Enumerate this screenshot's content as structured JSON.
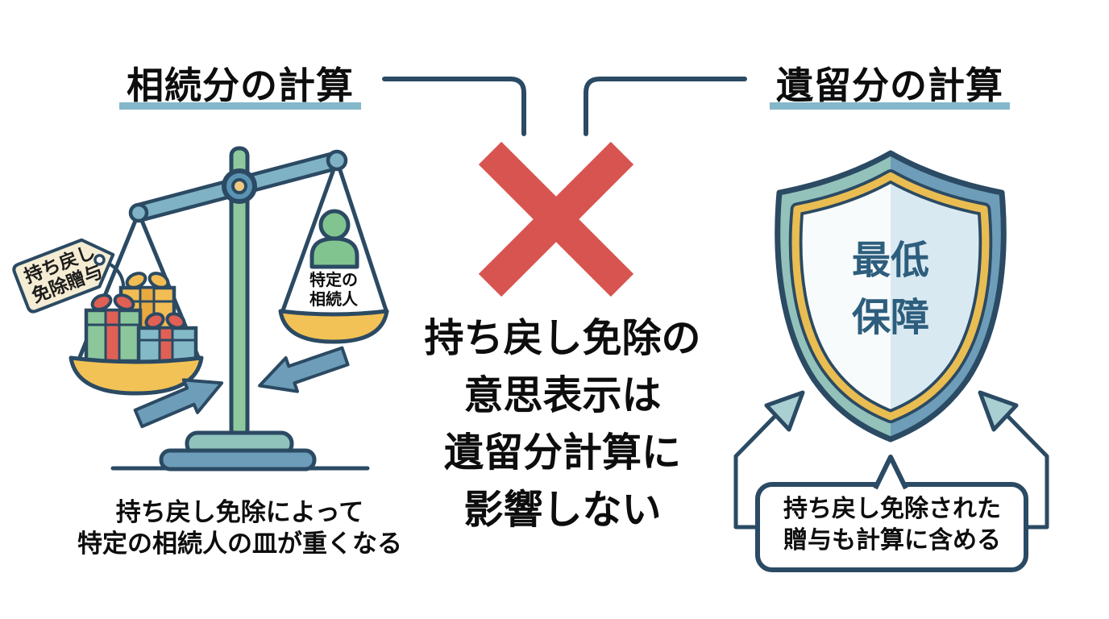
{
  "header": {
    "left_title": "相続分の計算",
    "right_title": "遺留分の計算"
  },
  "center": {
    "message_lines": [
      "持ち戻し免除の",
      "意思表示は",
      "遺留分計算に",
      "影響しない"
    ]
  },
  "left_illustration": {
    "tag_lines": [
      "持ち戻し",
      "免除贈与"
    ],
    "pan_label_lines": [
      "特定の",
      "相続人"
    ],
    "caption_lines": [
      "持ち戻し免除によって",
      "特定の相続人の皿が重くなる"
    ]
  },
  "right_illustration": {
    "shield_lines": [
      "最低",
      "保障"
    ],
    "bubble_lines": [
      "持ち戻し免除された",
      "贈与も計算に含める"
    ]
  },
  "colors": {
    "background": "#ffffff",
    "text_black": "#0d0d0d",
    "outline_navy": "#2b4a63",
    "accent_red": "#d85450",
    "underline_blue": "#85b7ca",
    "steel_blue": "#6d9db9",
    "beam_blue": "#7fb2c4",
    "base_teal": "#8fc3bc",
    "shield_left_teal": "#93c2bb",
    "pole_green": "#90c89e",
    "person_green": "#82c48f",
    "pan_gold": "#f2c256",
    "gold_band": "#e9bd52",
    "tag_beige": "#f5ecd4",
    "shield_inner_left": "#f8fbfc",
    "shield_inner_right": "#d9e9f2",
    "arrowhead_teal": "#a9cfd2",
    "shield_text_blue": "#2e5e7d",
    "ribbon_red": "#e06055"
  }
}
